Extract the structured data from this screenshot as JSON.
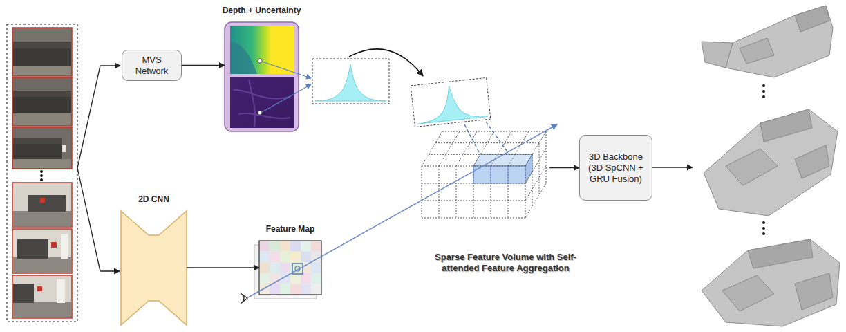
{
  "diagram": {
    "nodes": [
      {
        "text": [
          "MVS Network"
        ]
      },
      {
        "text": [
          "Depth + Uncertainty"
        ]
      },
      {
        "text": [
          "2D CNN"
        ]
      },
      {
        "text": [
          "Feature Map"
        ]
      },
      {
        "text": [
          "Sparse Feature Volume with Self-attended Feature Aggregation"
        ]
      },
      {
        "text": [
          "3D Backbone (3D SpCNN + GRU Fusion)"
        ]
      }
    ],
    "edges": [
      {
        "from": 0,
        "to": 1,
        "arrow": "to"
      },
      {
        "from": 2,
        "to": 3,
        "arrow": "to"
      },
      {
        "from": 4,
        "to": 5,
        "arrow": "to"
      }
    ]
  }
}
